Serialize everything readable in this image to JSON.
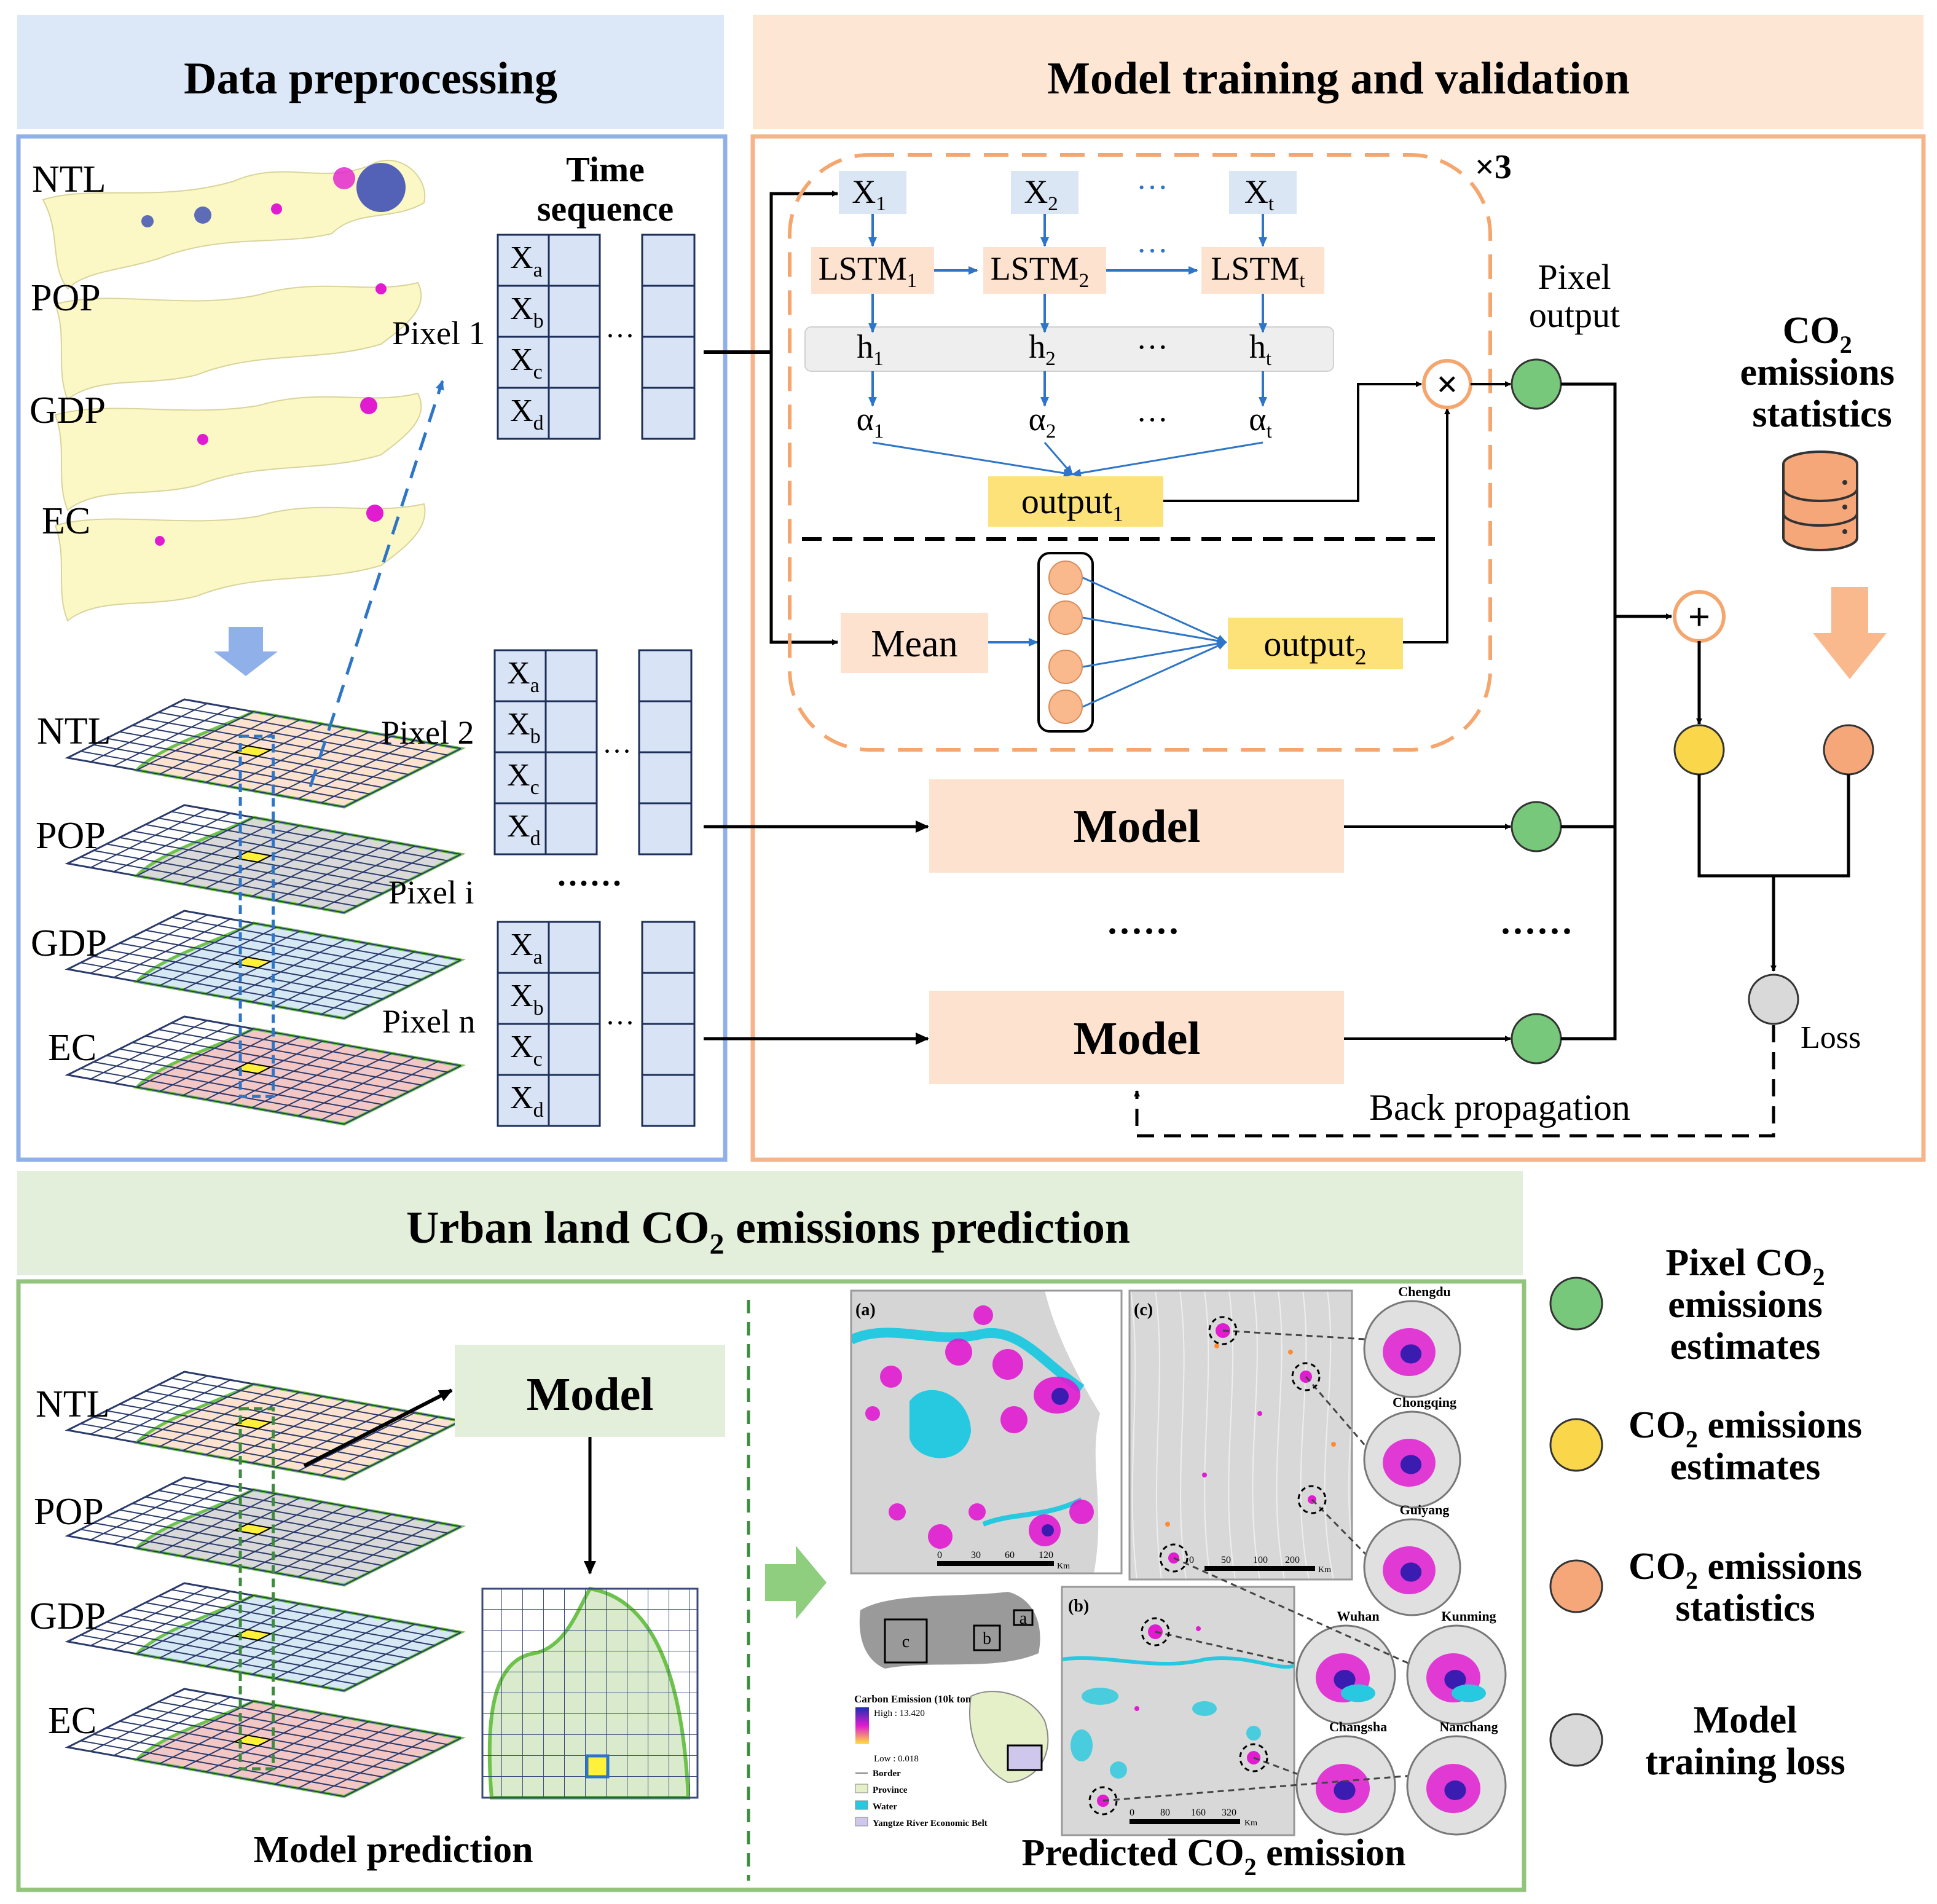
{
  "sections": {
    "preprocessing": "Data preprocessing",
    "training": "Model training and validation",
    "prediction_pre": "Urban land CO",
    "prediction_sub": "2",
    "prediction_post": " emissions prediction"
  },
  "layers": [
    "NTL",
    "POP",
    "GDP",
    "EC"
  ],
  "time_sequence": [
    "Time",
    "sequence"
  ],
  "features": [
    {
      "base": "X",
      "sub": "a"
    },
    {
      "base": "X",
      "sub": "b"
    },
    {
      "base": "X",
      "sub": "c"
    },
    {
      "base": "X",
      "sub": "d"
    }
  ],
  "pixels": {
    "p1": "Pixel 1",
    "p2": "Pixel 2",
    "pi": "Pixel i",
    "pn": "Pixel n"
  },
  "ellipsis": "···",
  "ellipsis_long": "······",
  "lstm": {
    "repeat": "×3",
    "x_base": "X",
    "x_subs": [
      "1",
      "2",
      "t"
    ],
    "lstm_base": "LSTM",
    "lstm_subs": [
      "1",
      "2",
      "t"
    ],
    "h_base": "h",
    "h_subs": [
      "1",
      "2",
      "t"
    ],
    "a_base": "α",
    "a_subs": [
      "1",
      "2",
      "t"
    ],
    "output_base": "output",
    "output1_sub": "1",
    "output2_sub": "2",
    "mean": "Mean",
    "multiply": "×",
    "plus": "+"
  },
  "pixel_output": [
    "Pixel",
    "output"
  ],
  "co2_stats_title": {
    "l1_pre": "CO",
    "l1_sub": "2",
    "l2": "emissions",
    "l3": "statistics"
  },
  "model_label": "Model",
  "loss": "Loss",
  "back_propagation": "Back propagation",
  "model_prediction": "Model prediction",
  "predicted": {
    "pre": "Predicted CO",
    "sub": "2",
    "post": " emission"
  },
  "legend": [
    {
      "color": "#77c87a",
      "lines": [
        {
          "pre": "Pixel CO",
          "sub": "2"
        },
        {
          "pre": "emissions"
        },
        {
          "pre": "estimates"
        }
      ]
    },
    {
      "color": "#f9d64a",
      "lines": [
        {
          "pre": "CO",
          "sub": "2",
          "post": " emissions"
        },
        {
          "pre": "estimates"
        }
      ]
    },
    {
      "color": "#f5a77a",
      "lines": [
        {
          "pre": "CO",
          "sub": "2",
          "post": " emissions"
        },
        {
          "pre": "statistics"
        }
      ]
    },
    {
      "color": "#d9d9d9",
      "lines": [
        {
          "pre": "Model"
        },
        {
          "pre": "training loss"
        }
      ]
    }
  ],
  "map": {
    "panel_a": "(a)",
    "panel_b": "(b)",
    "panel_c": "(c)",
    "cities": [
      "Chengdu",
      "Chongqing",
      "Guiyang",
      "Wuhan",
      "Kunming",
      "Changsha",
      "Nanchang"
    ],
    "scale_a": [
      "0",
      "30",
      "60",
      "120"
    ],
    "scale_a_unit": "Km",
    "scale_c": [
      "0",
      "50",
      "100",
      "200"
    ],
    "scale_c_unit": "Km",
    "scale_b": [
      "0",
      "80",
      "160",
      "320"
    ],
    "scale_b_unit": "Km",
    "inset_labels": [
      "c",
      "b",
      "a"
    ],
    "legend_title": "Carbon Emission (10k tons)",
    "legend_high": "High : 13.420",
    "legend_low": "Low : 0.018",
    "legend_items": [
      "Border",
      "Province",
      "Water",
      "Yangtze River Economic Belt"
    ]
  },
  "colors": {
    "blue_header": "#dce8f8",
    "orange_header": "#fde6d3",
    "green_header": "#e3efda",
    "blue_border": "#8fb0e8",
    "orange_border": "#f5b48a",
    "green_border": "#93c47d",
    "cell_fill": "#d8e4f5",
    "model_fill": "#fde3cf",
    "lstm_fill": "#fde3cf",
    "x_fill": "#dbe6f5",
    "output_fill": "#fde27a",
    "node_green": "#77c87a",
    "node_yellow": "#f9d64a",
    "node_orange": "#f5a77a",
    "node_gray": "#d9d9d9",
    "magenta": "#e11bd0",
    "cyan": "#26c9e0"
  }
}
